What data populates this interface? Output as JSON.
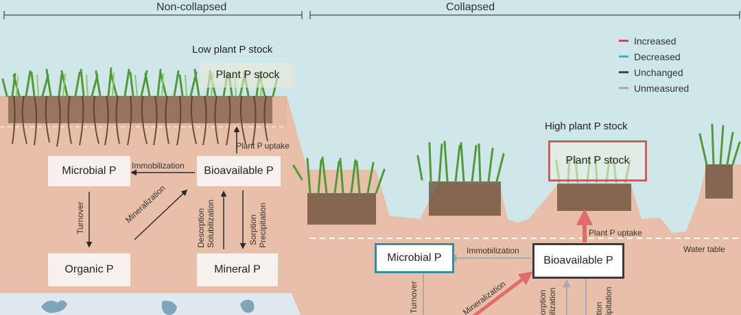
{
  "headers": {
    "left": "Non-collapsed",
    "right": "Collapsed"
  },
  "left": {
    "stock_label": "Low plant P stock",
    "plant_box": "Plant P stock",
    "uptake": "Plant P uptake",
    "microbial": "Microbial P",
    "bioavailable": "Bioavailable P",
    "organic": "Organic P",
    "mineral": "Mineral P",
    "immobilization": "Immobilization",
    "turnover": "Turnover",
    "mineralization": "Mineralization",
    "desorption": "Desorption",
    "solubilization": "Solubilization",
    "sorption": "Sorption",
    "precipitation": "Precipitation"
  },
  "right": {
    "stock_label": "High plant P stock",
    "plant_box": "Plant P stock",
    "uptake": "Plant P uptake",
    "water_table": "Water table",
    "microbial": "Microbial P",
    "bioavailable": "Bioavailable P",
    "immobilization": "Immobilization",
    "turnover": "Turnover",
    "mineralization": "Mineralization",
    "desorption_partial": "orption",
    "solubilization_partial": "ilization",
    "sorption_partial": "tion",
    "precipitation_partial": "ipitation"
  },
  "legend": [
    {
      "label": "Increased",
      "color": "#cf4b4b"
    },
    {
      "label": "Decreased",
      "color": "#3ab3c7"
    },
    {
      "label": "Unchanged",
      "color": "#4a3f45"
    },
    {
      "label": "Unmeasured",
      "color": "#a9a9a9"
    }
  ],
  "colors": {
    "soil": "#e8bfa9",
    "sky": "#cfe6ea",
    "grass": "#4f9a36",
    "root": "#5a3e2b"
  }
}
